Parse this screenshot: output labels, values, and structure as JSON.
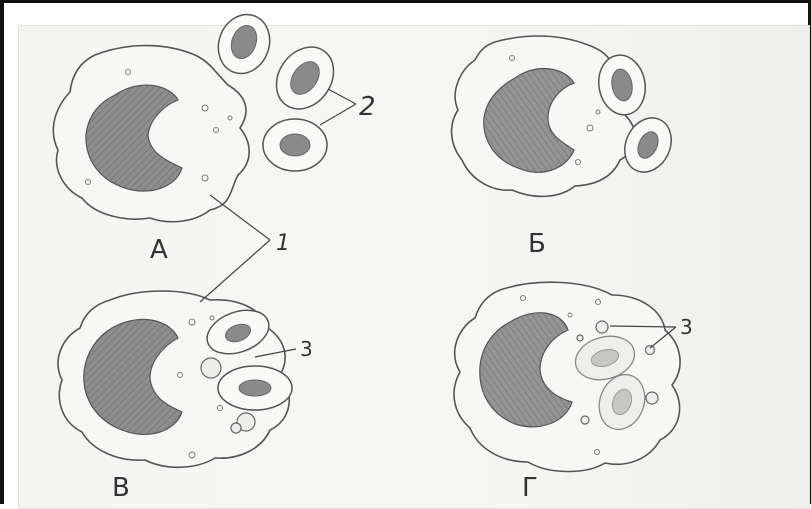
{
  "panels": [
    {
      "id": "A",
      "label": "А"
    },
    {
      "id": "B",
      "label": "Б"
    },
    {
      "id": "V",
      "label": "В"
    },
    {
      "id": "G",
      "label": "Г"
    }
  ],
  "callouts": {
    "one": "1",
    "two": "2",
    "three_left": "3",
    "three_right": "3"
  },
  "colors": {
    "outline": "#555555",
    "nucleus": "#8a8a8a",
    "cell_fill": "#f7f7f5"
  }
}
